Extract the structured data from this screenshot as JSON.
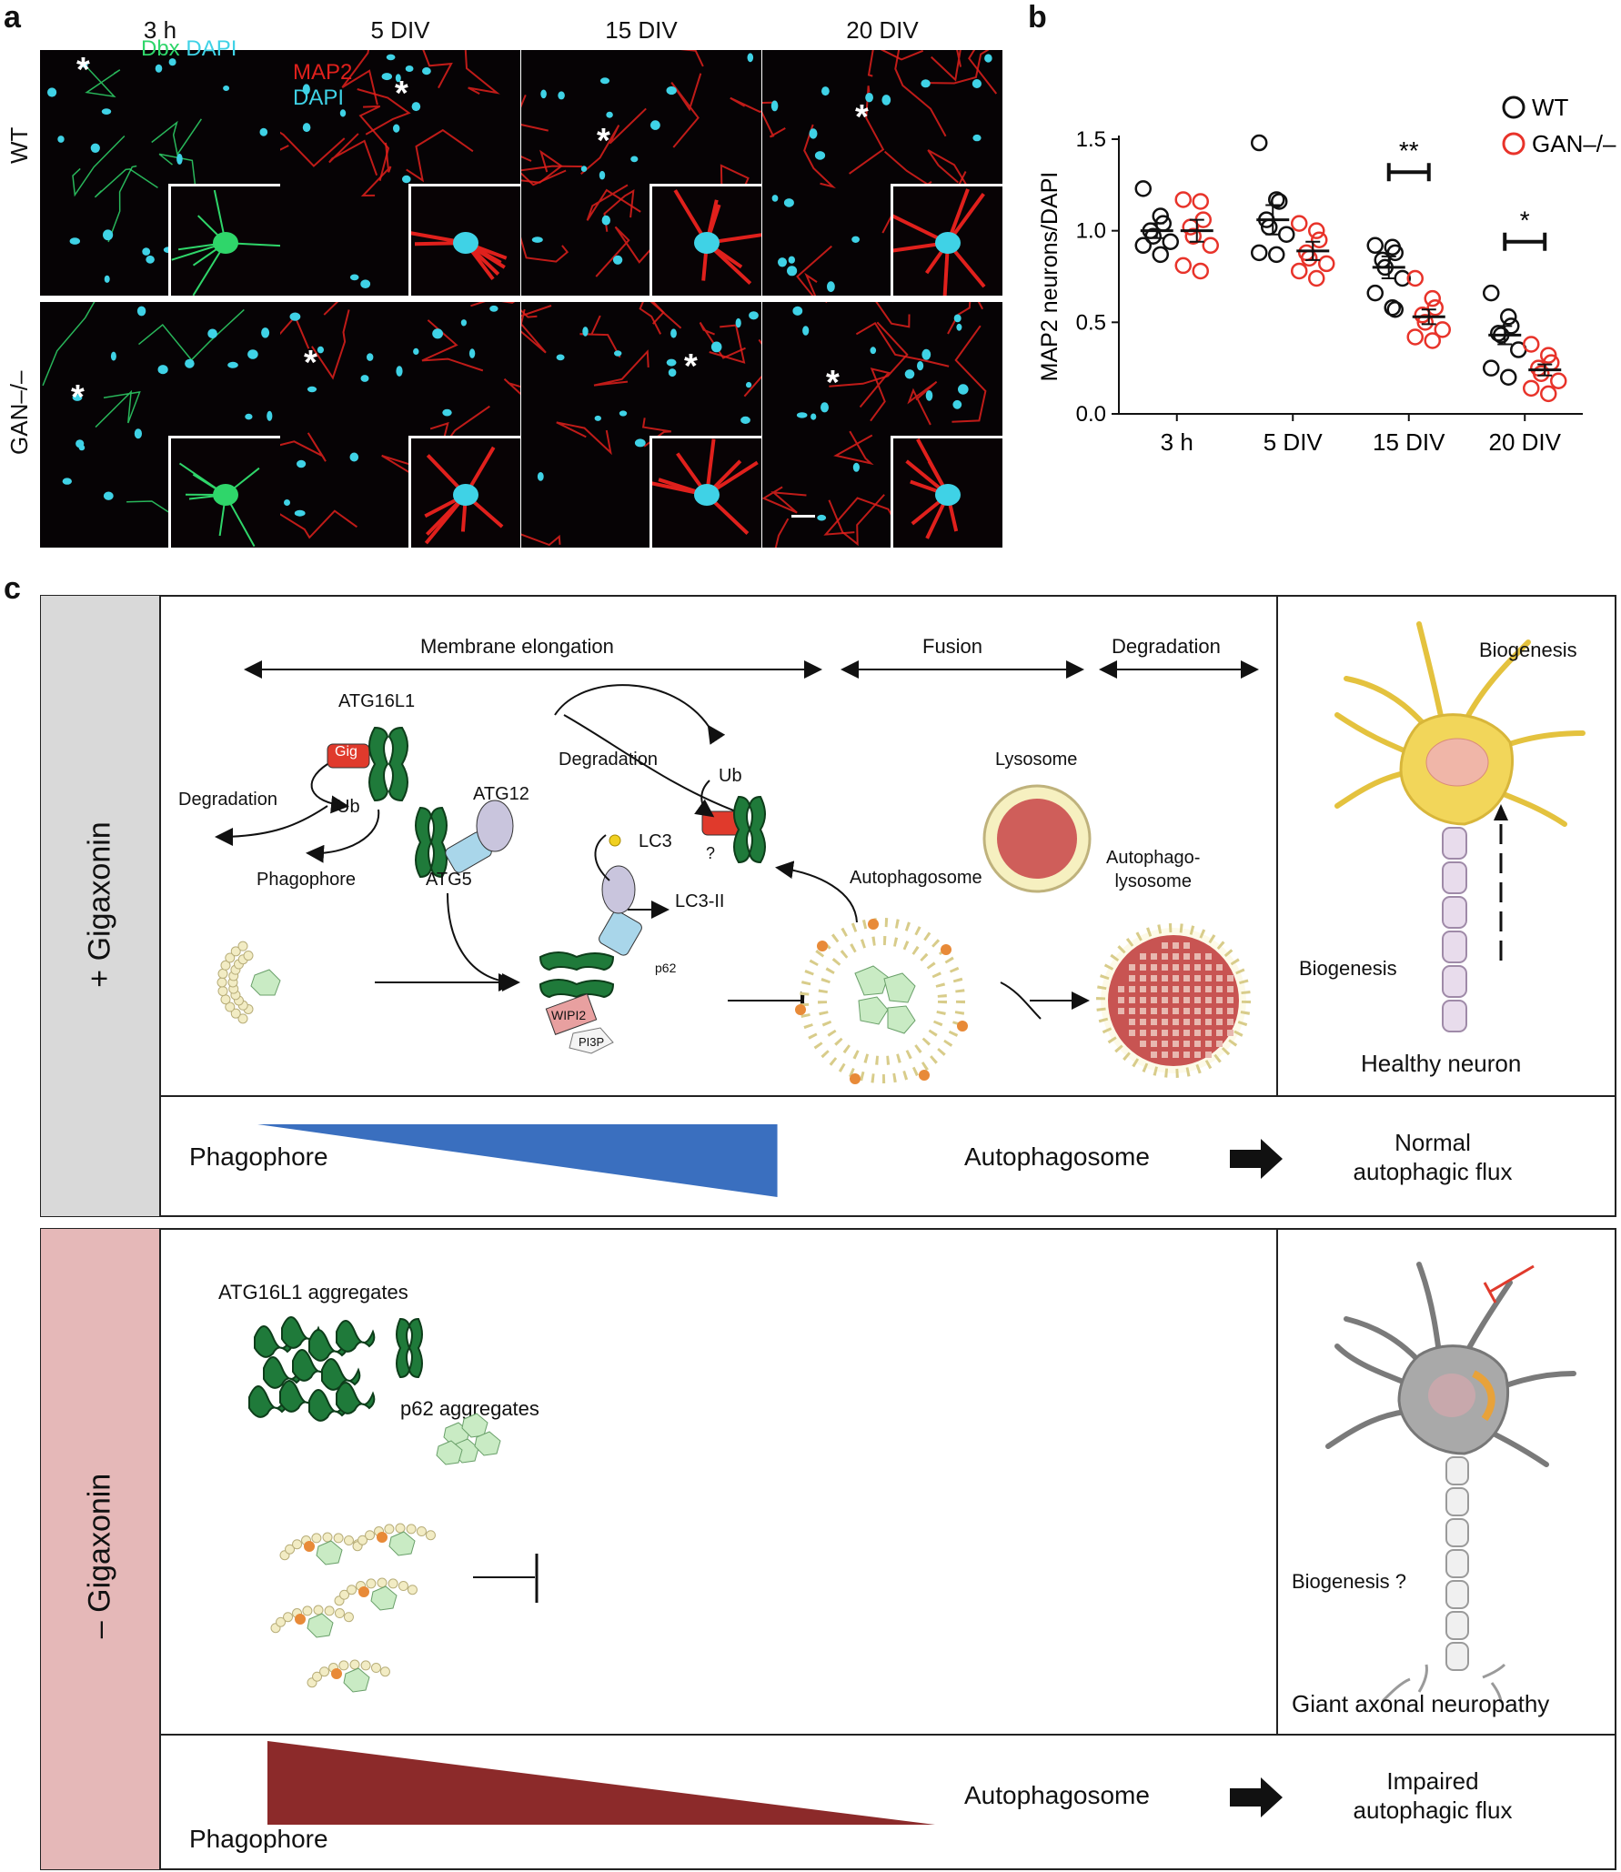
{
  "panel_labels": {
    "a": "a",
    "b": "b",
    "c": "c"
  },
  "panel_a": {
    "columns": [
      "3 h",
      "5 DIV",
      "15 DIV",
      "20 DIV"
    ],
    "rows": [
      "WT",
      "GAN–/–"
    ],
    "legend_3h": {
      "marker": "Dbx",
      "stain": "DAPI"
    },
    "legend_map2": {
      "marker": "MAP2",
      "stain": "DAPI"
    },
    "asterisk": "*",
    "colors": {
      "dbx": "#2fd66a",
      "dapi": "#3fd2e6",
      "map2": "#e0201c",
      "background": "#060305"
    }
  },
  "chart_data": {
    "type": "scatter",
    "ylabel": "MAP2 neurons/DAPI",
    "xlabel": "",
    "categories": [
      "3 h",
      "5 DIV",
      "15 DIV",
      "20 DIV"
    ],
    "ylim": [
      0.0,
      1.5
    ],
    "yticks": [
      "0.0",
      "0.5",
      "1.0",
      "1.5"
    ],
    "legend_position": "top-right",
    "series": [
      {
        "name": "WT",
        "color": "#111111",
        "mean": [
          1.0,
          1.06,
          0.8,
          0.43
        ],
        "sem": [
          0.04,
          0.08,
          0.06,
          0.05
        ],
        "points": [
          [
            1.23,
            1.08,
            1.04,
            1.0,
            0.97,
            0.94,
            0.92,
            0.87
          ],
          [
            1.48,
            1.17,
            1.16,
            1.06,
            1.02,
            0.98,
            0.88,
            0.87
          ],
          [
            0.92,
            0.91,
            0.88,
            0.84,
            0.8,
            0.74,
            0.66,
            0.58,
            0.57
          ],
          [
            0.66,
            0.53,
            0.48,
            0.44,
            0.43,
            0.35,
            0.25,
            0.2
          ]
        ]
      },
      {
        "name": "GAN–/–",
        "color": "#e8332a",
        "mean": [
          1.0,
          0.89,
          0.53,
          0.24
        ],
        "sem": [
          0.06,
          0.05,
          0.04,
          0.03
        ],
        "points": [
          [
            1.17,
            1.16,
            1.06,
            1.02,
            0.97,
            0.92,
            0.81,
            0.78
          ],
          [
            1.04,
            1.0,
            0.95,
            0.88,
            0.85,
            0.82,
            0.78,
            0.74
          ],
          [
            0.74,
            0.63,
            0.58,
            0.54,
            0.5,
            0.46,
            0.42,
            0.4
          ],
          [
            0.38,
            0.32,
            0.28,
            0.25,
            0.22,
            0.18,
            0.14,
            0.11
          ]
        ]
      }
    ],
    "significance": [
      {
        "category": "15 DIV",
        "label": "**",
        "y": 1.32
      },
      {
        "category": "20 DIV",
        "label": "*",
        "y": 0.94
      }
    ]
  },
  "panel_c": {
    "plus": {
      "side_label": "+ Gigaxonin",
      "phases": {
        "elongation": "Membrane elongation",
        "fusion": "Fusion",
        "degradation": "Degradation"
      },
      "labels": {
        "atg16l1": "ATG16L1",
        "gig": "Gig",
        "degradation_left": "Degradation",
        "ub_left": "Ub",
        "atg12": "ATG12",
        "phagophore": "Phagophore",
        "atg5": "ATG5",
        "degradation_top": "Degradation",
        "ub_top": "Ub",
        "question": "?",
        "lc3": "LC3",
        "lc3ii": "LC3-II",
        "p62": "p62",
        "wipi2": "WIPI2",
        "pi3p": "PI3P",
        "autophagosome": "Autophagosome",
        "lysosome": "Lysosome",
        "autophagolysosome_l1": "Autophago-",
        "autophagolysosome_l2": "lysosome"
      },
      "neuron": {
        "biogenesis_top": "Biogenesis",
        "biogenesis_bottom": "Biogenesis",
        "caption": "Healthy neuron"
      },
      "flux_bar": {
        "left": "Phagophore",
        "right": "Autophagosome",
        "result_l1": "Normal",
        "result_l2": "autophagic flux",
        "color": "#3a6fbf"
      }
    },
    "minus": {
      "side_label": "– Gigaxonin",
      "labels": {
        "atg16l1_aggr": "ATG16L1 aggregates",
        "p62_aggr": "p62 aggregates"
      },
      "neuron": {
        "biogenesis": "Biogenesis ?",
        "caption": "Giant axonal neuropathy"
      },
      "flux_bar": {
        "left": "Phagophore",
        "right": "Autophagosome",
        "result_l1": "Impaired",
        "result_l2": "autophagic flux",
        "color": "#8c2a2a"
      }
    }
  }
}
